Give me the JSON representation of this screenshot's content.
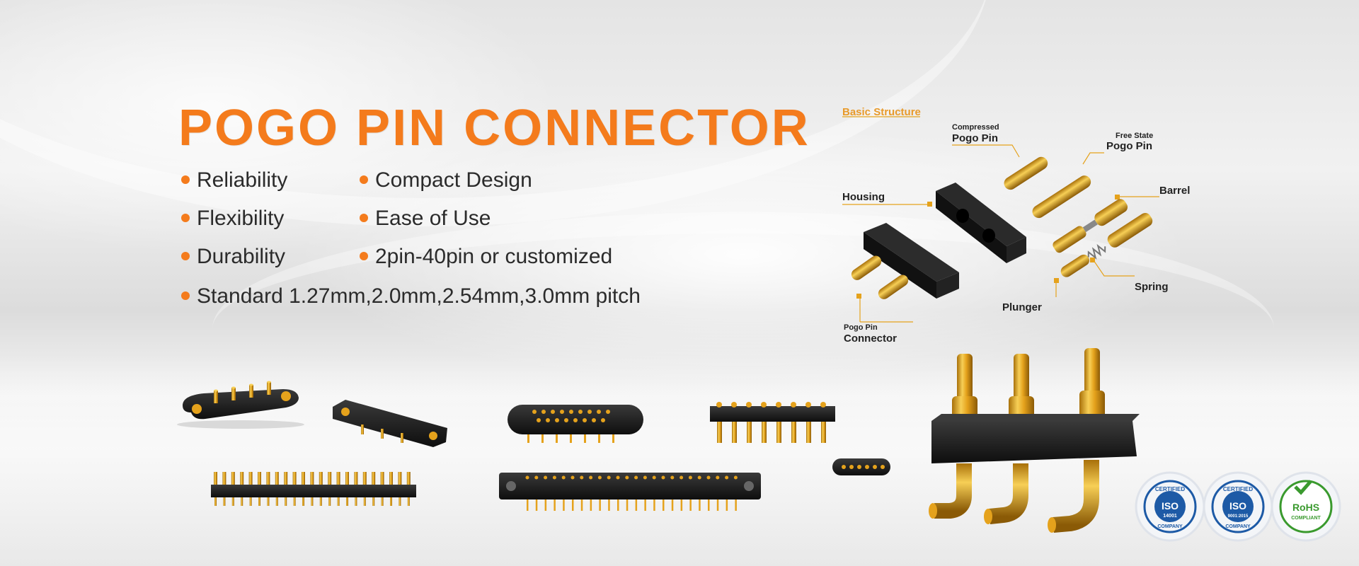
{
  "banner": {
    "title": "POGO PIN CONNECTOR",
    "features": [
      "Reliability",
      "Compact Design",
      "Flexibility",
      "Ease of Use",
      "Durability",
      "2pin-40pin or customized",
      "Standard 1.27mm,2.0mm,2.54mm,3.0mm pitch"
    ]
  },
  "structure": {
    "heading": "Basic Structure",
    "labels": {
      "compressed_small": "Compressed",
      "compressed_big": "Pogo Pin",
      "free_small": "Free State",
      "free_big": "Pogo Pin",
      "housing": "Housing",
      "barrel": "Barrel",
      "spring": "Spring",
      "plunger": "Plunger",
      "connector_small": "Pogo Pin",
      "connector_big": "Connector"
    }
  },
  "badges": [
    {
      "top": "CERTIFIED",
      "main": "ISO",
      "sub": "14001",
      "bottom": "COMPANY"
    },
    {
      "top": "CERTIFIED",
      "main": "ISO",
      "sub": "9001:2015",
      "bottom": "COMPANY"
    },
    {
      "top": "",
      "main": "RoHS",
      "sub": "",
      "bottom": "COMPLIANT"
    }
  ],
  "colors": {
    "accent": "#f47b1c",
    "gold": "#e5a21c",
    "black": "#1b1b1b",
    "iso_blue": "#1d5aa6",
    "rohs_green": "#3a9a2e"
  }
}
